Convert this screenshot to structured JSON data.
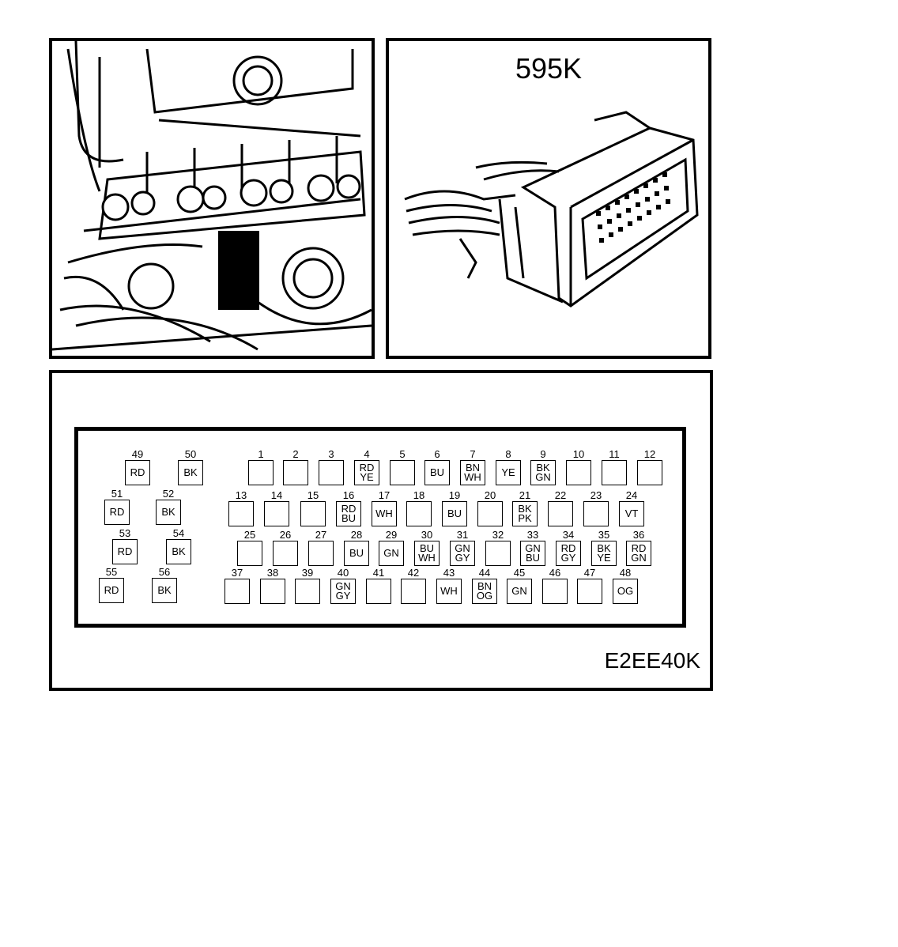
{
  "connector": {
    "title": "595K"
  },
  "figure": {
    "code": "E2EE40K"
  },
  "pins": [
    {
      "n": "1",
      "c": ""
    },
    {
      "n": "2",
      "c": ""
    },
    {
      "n": "3",
      "c": ""
    },
    {
      "n": "4",
      "c": "RD\nYE"
    },
    {
      "n": "5",
      "c": ""
    },
    {
      "n": "6",
      "c": "BU"
    },
    {
      "n": "7",
      "c": "BN\nWH"
    },
    {
      "n": "8",
      "c": "YE"
    },
    {
      "n": "9",
      "c": "BK\nGN"
    },
    {
      "n": "10",
      "c": ""
    },
    {
      "n": "11",
      "c": ""
    },
    {
      "n": "12",
      "c": ""
    },
    {
      "n": "13",
      "c": ""
    },
    {
      "n": "14",
      "c": ""
    },
    {
      "n": "15",
      "c": ""
    },
    {
      "n": "16",
      "c": "RD\nBU"
    },
    {
      "n": "17",
      "c": "WH"
    },
    {
      "n": "18",
      "c": ""
    },
    {
      "n": "19",
      "c": "BU"
    },
    {
      "n": "20",
      "c": ""
    },
    {
      "n": "21",
      "c": "BK\nPK"
    },
    {
      "n": "22",
      "c": ""
    },
    {
      "n": "23",
      "c": ""
    },
    {
      "n": "24",
      "c": "VT"
    },
    {
      "n": "25",
      "c": ""
    },
    {
      "n": "26",
      "c": ""
    },
    {
      "n": "27",
      "c": ""
    },
    {
      "n": "28",
      "c": "BU"
    },
    {
      "n": "29",
      "c": "GN"
    },
    {
      "n": "30",
      "c": "BU\nWH"
    },
    {
      "n": "31",
      "c": "GN\nGY"
    },
    {
      "n": "32",
      "c": ""
    },
    {
      "n": "33",
      "c": "GN\nBU"
    },
    {
      "n": "34",
      "c": "RD\nGY"
    },
    {
      "n": "35",
      "c": "BK\nYE"
    },
    {
      "n": "36",
      "c": "RD\nGN"
    },
    {
      "n": "37",
      "c": ""
    },
    {
      "n": "38",
      "c": ""
    },
    {
      "n": "39",
      "c": ""
    },
    {
      "n": "40",
      "c": "GN\nGY"
    },
    {
      "n": "41",
      "c": ""
    },
    {
      "n": "42",
      "c": ""
    },
    {
      "n": "43",
      "c": "WH"
    },
    {
      "n": "44",
      "c": "BN\nOG"
    },
    {
      "n": "45",
      "c": "GN"
    },
    {
      "n": "46",
      "c": ""
    },
    {
      "n": "47",
      "c": ""
    },
    {
      "n": "48",
      "c": "OG"
    },
    {
      "n": "49",
      "c": "RD"
    },
    {
      "n": "50",
      "c": "BK"
    },
    {
      "n": "51",
      "c": "RD"
    },
    {
      "n": "52",
      "c": "BK"
    },
    {
      "n": "53",
      "c": "RD"
    },
    {
      "n": "54",
      "c": "BK"
    },
    {
      "n": "55",
      "c": "RD"
    },
    {
      "n": "56",
      "c": "BK"
    }
  ]
}
